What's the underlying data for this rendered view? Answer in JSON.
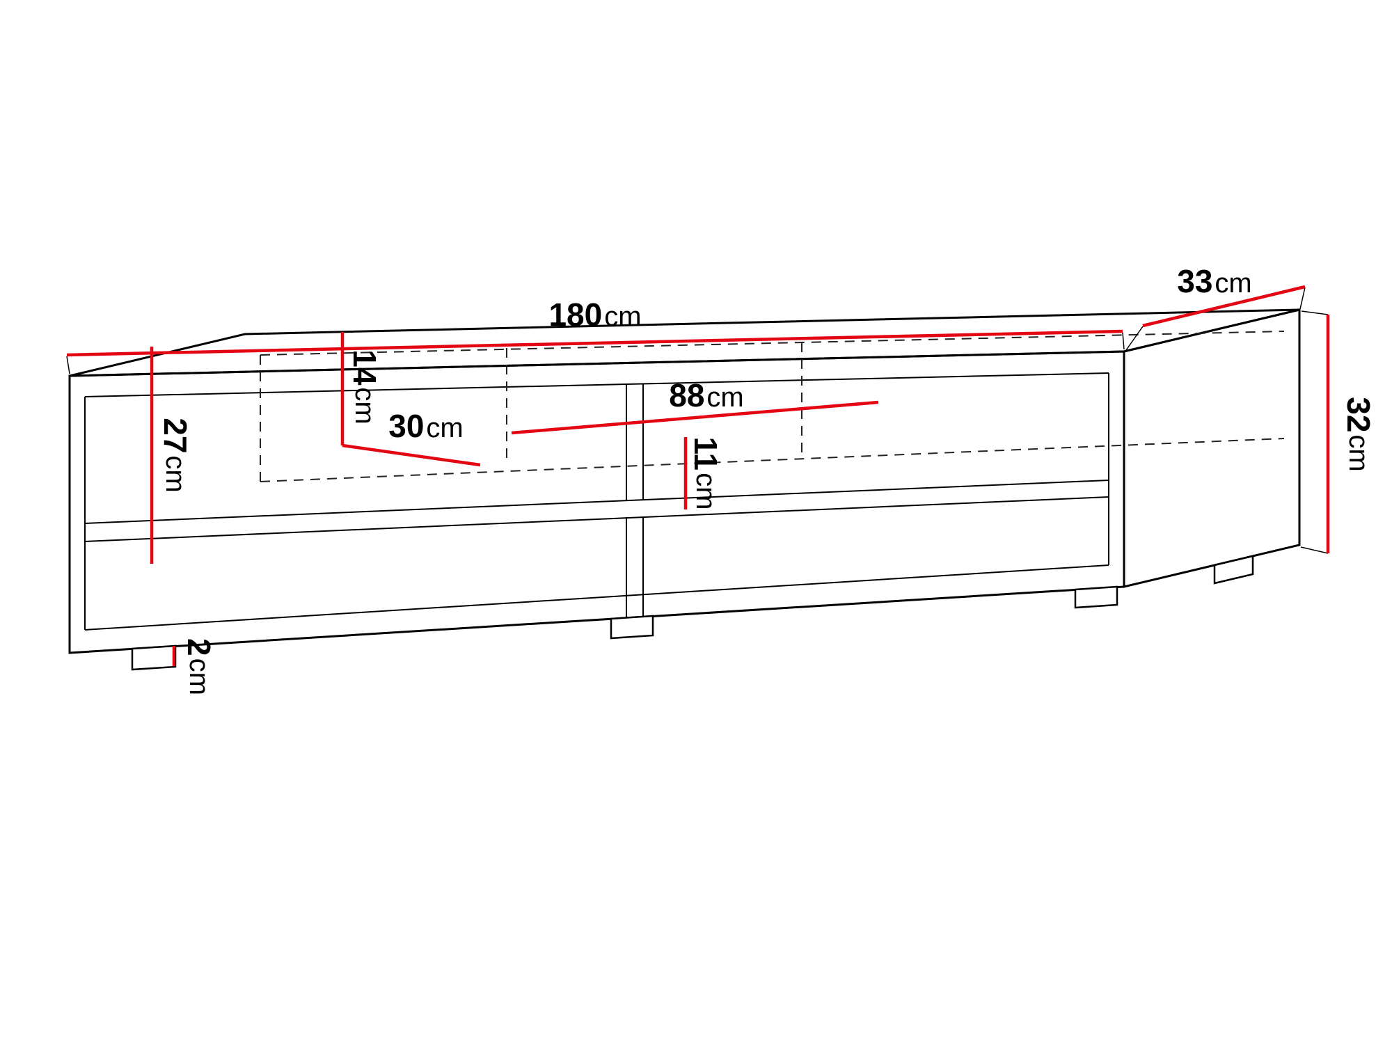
{
  "page": {
    "background": "#ffffff"
  },
  "diagram": {
    "type": "furniture-dimension-drawing",
    "subject": "TV stand wireframe perspective drawing with red dimension lines",
    "unit": "cm",
    "colors": {
      "outline": "#000000",
      "hidden_edge": "#222222",
      "dimension_line": "#e30613",
      "label_text": "#000000",
      "background": "#ffffff"
    },
    "dimensions": {
      "overall_width": {
        "value": "180",
        "unit": "cm"
      },
      "overall_depth": {
        "value": "33",
        "unit": "cm"
      },
      "overall_height": {
        "value": "32",
        "unit": "cm"
      },
      "niche_height": {
        "value": "14",
        "unit": "cm"
      },
      "interior_height": {
        "value": "27",
        "unit": "cm"
      },
      "interior_depth": {
        "value": "30",
        "unit": "cm"
      },
      "compartment_width": {
        "value": "88",
        "unit": "cm"
      },
      "lower_compartment_height": {
        "value": "11",
        "unit": "cm"
      },
      "foot_height": {
        "value": "2",
        "unit": "cm"
      }
    }
  }
}
